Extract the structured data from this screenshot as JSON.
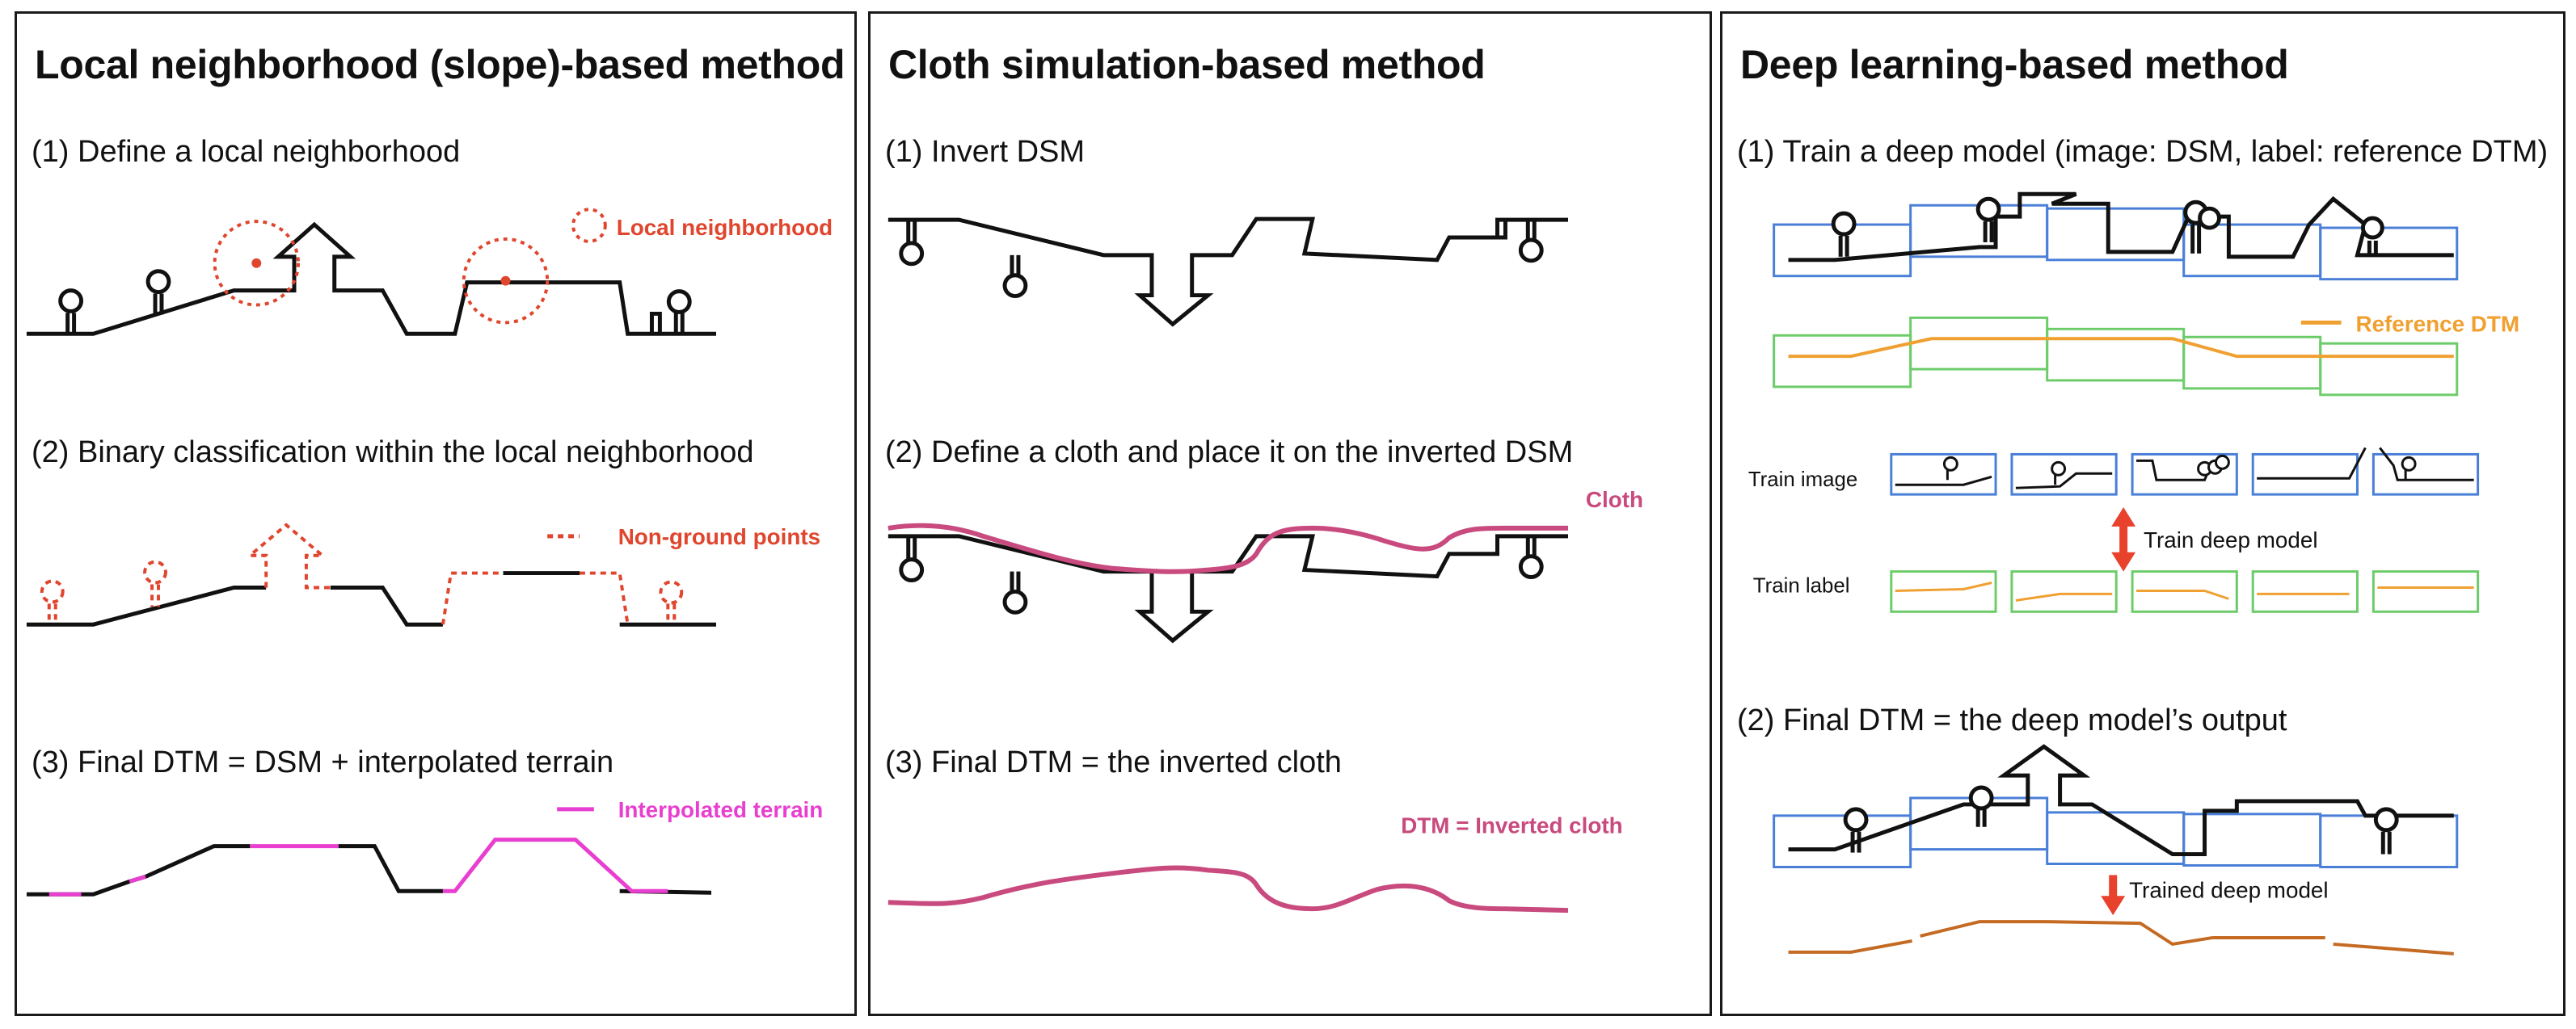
{
  "panels": [
    {
      "title": "Local neighborhood (slope)-based method",
      "steps": [
        "(1) Define a local neighborhood",
        "(2) Binary classification within the local neighborhood",
        "(3) Final DTM = DSM + interpolated terrain"
      ],
      "legend": {
        "neighborhood": "Local neighborhood",
        "nonground": "Non-ground points",
        "interpolated": "Interpolated terrain"
      }
    },
    {
      "title": "Cloth simulation-based method",
      "steps": [
        "(1) Invert DSM",
        "(2) Define a cloth and place it on the inverted DSM",
        "(3) Final DTM = the inverted cloth"
      ],
      "legend": {
        "cloth": "Cloth",
        "dtm": "DTM = Inverted cloth"
      }
    },
    {
      "title": "Deep learning-based method",
      "steps": [
        "(1) Train a deep model (image: DSM, label: reference DTM)",
        "(2) Final DTM = the deep model’s output"
      ],
      "legend": {
        "reference": "Reference DTM",
        "train_image": "Train image",
        "train_label": "Train label",
        "train_model": "Train deep model",
        "trained_model": "Trained deep model"
      }
    }
  ],
  "colors": {
    "outline": "#111111",
    "neighborhood_red": "#e0452e",
    "interpolated_magenta": "#e83fd0",
    "cloth_pink": "#c84a7e",
    "tile_blue": "#4a7fd8",
    "tile_green": "#6dcc6a",
    "reference_orange": "#f0a030",
    "output_brown": "#c46a22",
    "arrow_red": "#e8412c"
  }
}
